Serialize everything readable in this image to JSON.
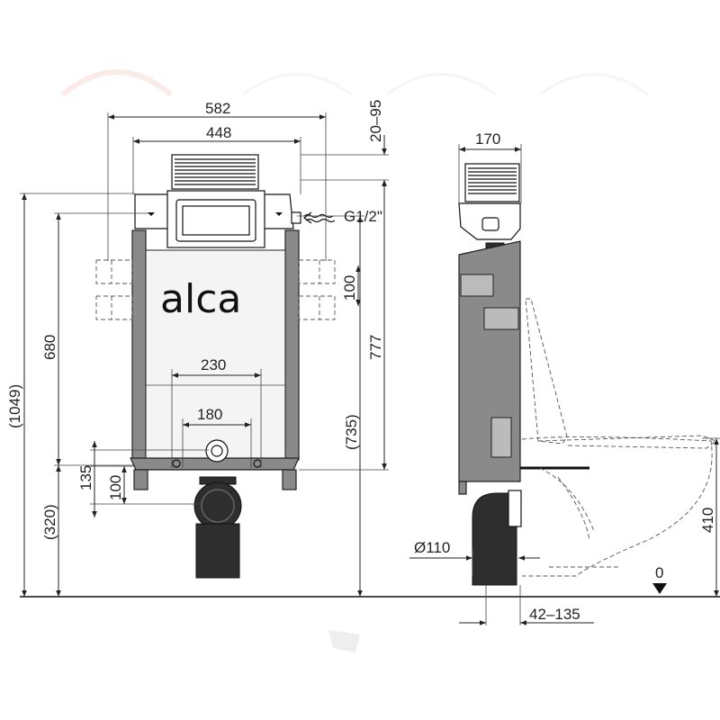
{
  "brand": {
    "logo_text": "alca"
  },
  "front_view": {
    "dimensions": {
      "total_width": "582",
      "frame_width": "448",
      "flush_spacing": "230",
      "bolt_spacing": "180",
      "inlet_spacing": "100",
      "height_frame": "680",
      "height_total": "(1049)",
      "height_outlet": "(320)",
      "foot_135": "135",
      "foot_100": "100",
      "adjust": "20–95",
      "inlet_height": "777",
      "inlet_height_alt": "(735)",
      "inlet_thread": "G1/2\""
    }
  },
  "side_view": {
    "dimensions": {
      "depth": "170",
      "pipe_diameter": "Ø110",
      "wall_offset": "42–135",
      "bowl_height": "410",
      "floor_level": "0"
    }
  }
}
